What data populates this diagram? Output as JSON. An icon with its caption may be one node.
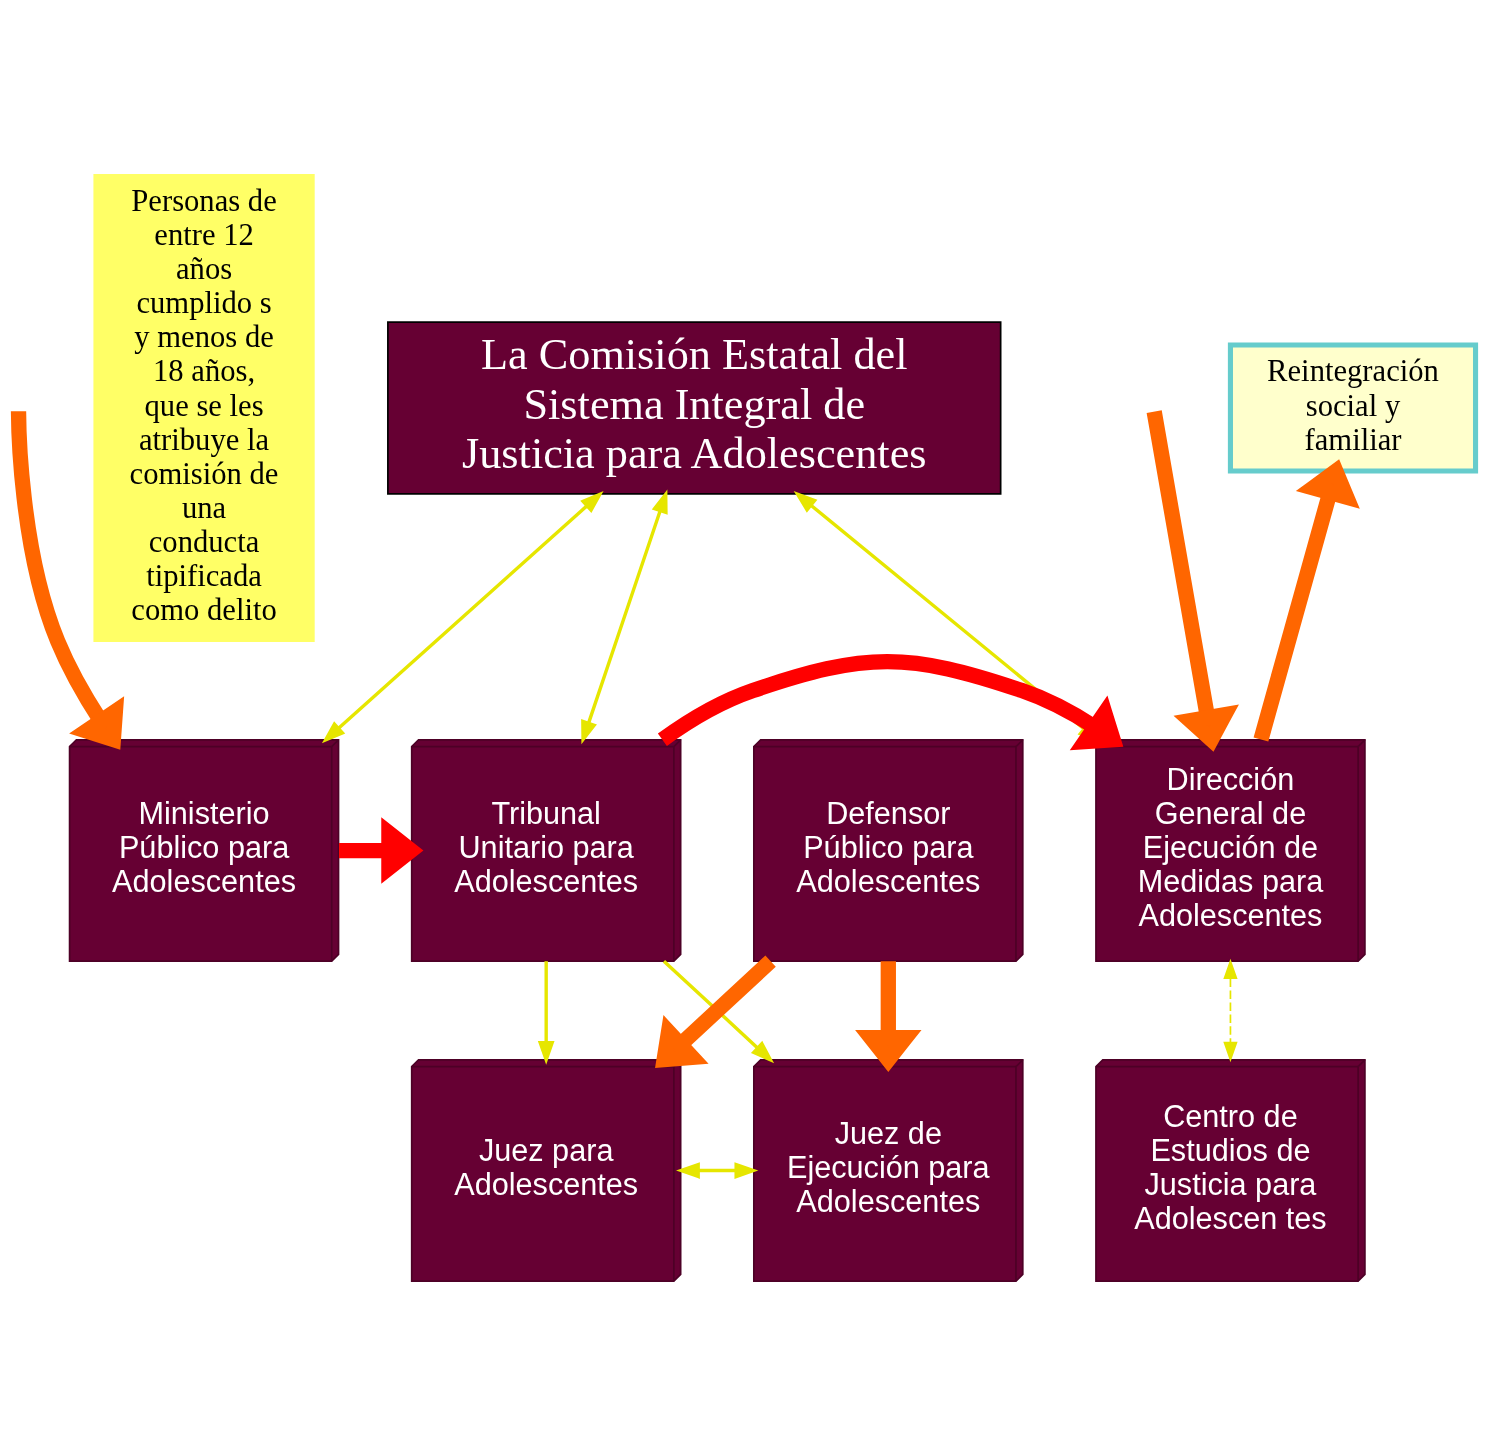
{
  "diagram": {
    "nodes": [
      {
        "text": [
          "La Comisión Estatal del Sistema Integral de Justicia para Adolescentes"
        ]
      },
      {
        "text": [
          "Reintegración social y familiar"
        ]
      },
      {
        "text": [
          "Personas de entre 12 años cumplido s y menos de 18 años, que se les atribuye la comisión de una conducta tipificada como delito"
        ]
      },
      {
        "text": [
          "Ministerio Público para Adolescentes"
        ]
      },
      {
        "text": [
          "Tribunal Unitario para Adolescentes"
        ]
      },
      {
        "text": [
          "Dirección General de Ejecución de Medidas para Adolescentes"
        ]
      },
      {
        "text": [
          "Juez para Adolescentes"
        ]
      },
      {
        "text": [
          "Juez de Ejecución para Adolescentes"
        ]
      },
      {
        "text": [
          "Defensor Público para Adolescentes"
        ]
      },
      {
        "text": [
          "Centro de Estudios de Justicia para Adolescen tes"
        ]
      }
    ],
    "edges": [
      {
        "from": 0,
        "to": 3,
        "arrow": "both"
      },
      {
        "from": 0,
        "to": 4,
        "arrow": "both"
      },
      {
        "from": 0,
        "to": 5,
        "arrow": "both"
      },
      {
        "from": 3,
        "to": 4,
        "arrow": "to",
        "style": "thick",
        "color": "#ff0000"
      },
      {
        "from": 4,
        "to": 5,
        "arrow": "to",
        "style": "thick",
        "color": "#ff0000"
      },
      {
        "from": 5,
        "to": 1,
        "arrow": "to",
        "style": "thick",
        "color": "#ff6600"
      },
      {
        "from": 4,
        "to": 6,
        "arrow": "to"
      },
      {
        "from": 4,
        "to": 7,
        "arrow": "to"
      },
      {
        "from": 6,
        "to": 7,
        "arrow": "both"
      },
      {
        "from": 8,
        "to": 6,
        "arrow": "to",
        "style": "thick",
        "color": "#ff6600"
      },
      {
        "from": 8,
        "to": 7,
        "arrow": "to",
        "style": "thick",
        "color": "#ff6600"
      },
      {
        "from": 5,
        "to": 9,
        "arrow": "both",
        "style": "dashed"
      },
      {
        "from": null,
        "to": 3,
        "arrow": "to",
        "style": "thick",
        "color": "#ff6600"
      },
      {
        "from": null,
        "to": 5,
        "arrow": "to",
        "style": "thick",
        "color": "#ff6600"
      }
    ]
  }
}
